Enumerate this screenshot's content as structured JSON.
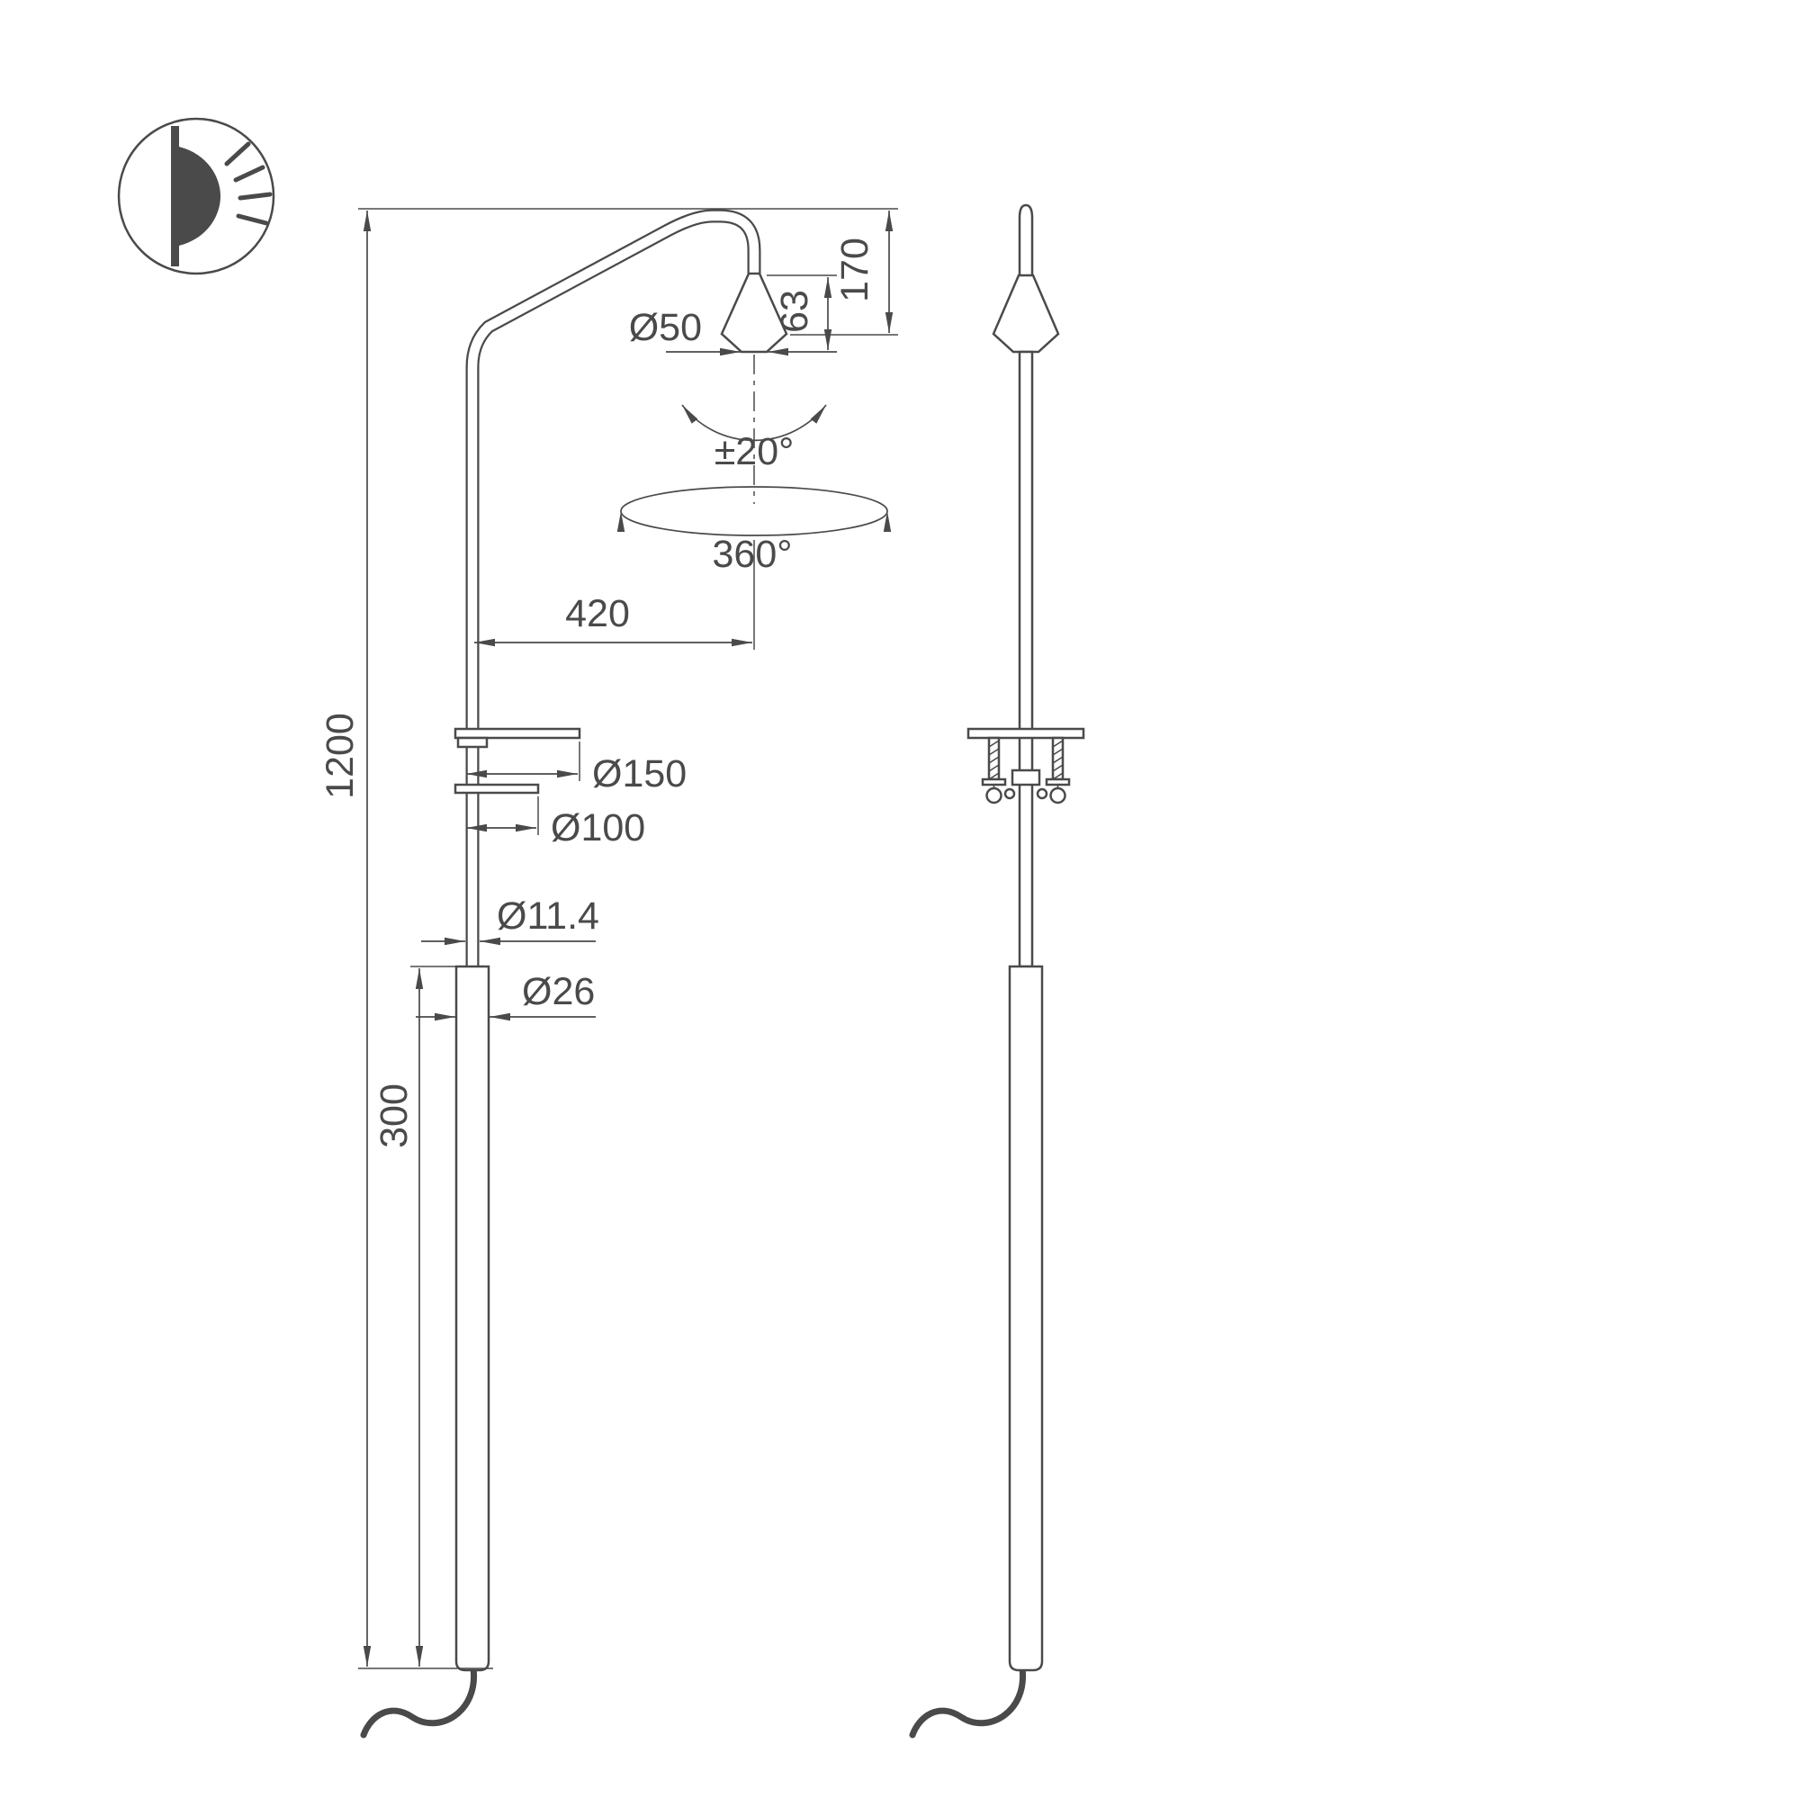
{
  "icons": {
    "badge": "wall-lamp-light-icon"
  },
  "colors": {
    "line": "#4a4a4a",
    "background": "#ffffff"
  },
  "front_view": {
    "total_height": "1200",
    "base_section_height": "300",
    "arm_reach": "420",
    "head_drop": "170",
    "head_height": "63",
    "head_diameter": "Ø50",
    "tilt_range": "±20°",
    "rotation_range": "360°",
    "clamp_plate_diameter": "Ø150",
    "clamp_plate_small_diameter": "Ø100",
    "pole_diameter": "Ø11.4",
    "base_tube_diameter": "Ø26"
  }
}
